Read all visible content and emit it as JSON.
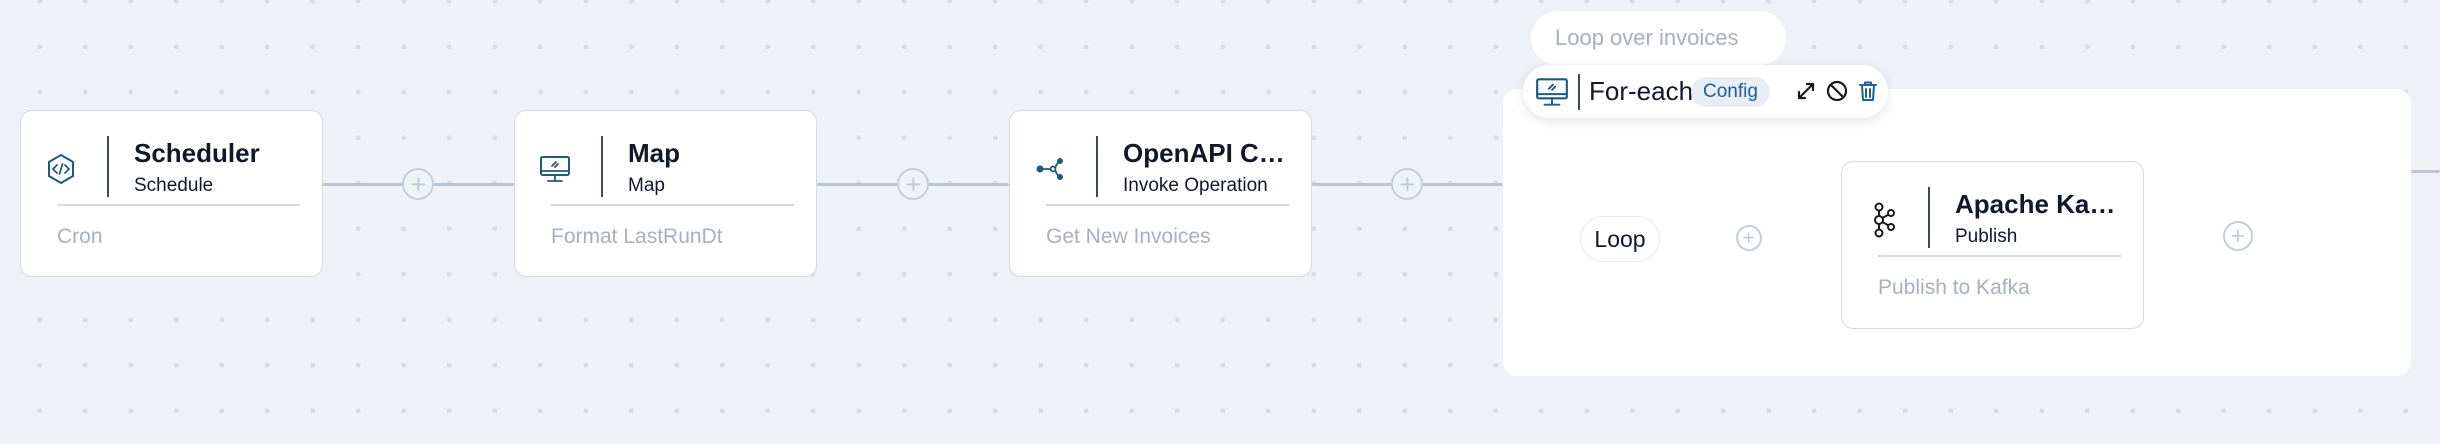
{
  "nodes": {
    "scheduler": {
      "icon": "code-icon",
      "title": "Scheduler",
      "subtitle": "Schedule",
      "description": "Cron"
    },
    "map": {
      "icon": "monitor-icon",
      "title": "Map",
      "subtitle": "Map",
      "description": "Format LastRunDt"
    },
    "openapi": {
      "icon": "share-nodes-icon",
      "title": "OpenAPI Cli...",
      "subtitle": "Invoke Operation",
      "description": "Get New Invoices"
    },
    "kafka": {
      "icon": "kafka-icon",
      "title": "Apache Kafka",
      "subtitle": "Publish",
      "description": "Publish to Kafka"
    }
  },
  "group": {
    "label": "Loop over invoices",
    "title": "For-each",
    "badge": "Config",
    "icon": "monitor-icon",
    "actions": [
      "expand-icon",
      "disable-icon",
      "trash-icon"
    ],
    "loop_label": "Loop"
  },
  "colors": {
    "accent": "#1f5f97",
    "icon_color": "#1f5a7a",
    "edge": "#bcc6d2",
    "canvas": "#eef2f6"
  }
}
